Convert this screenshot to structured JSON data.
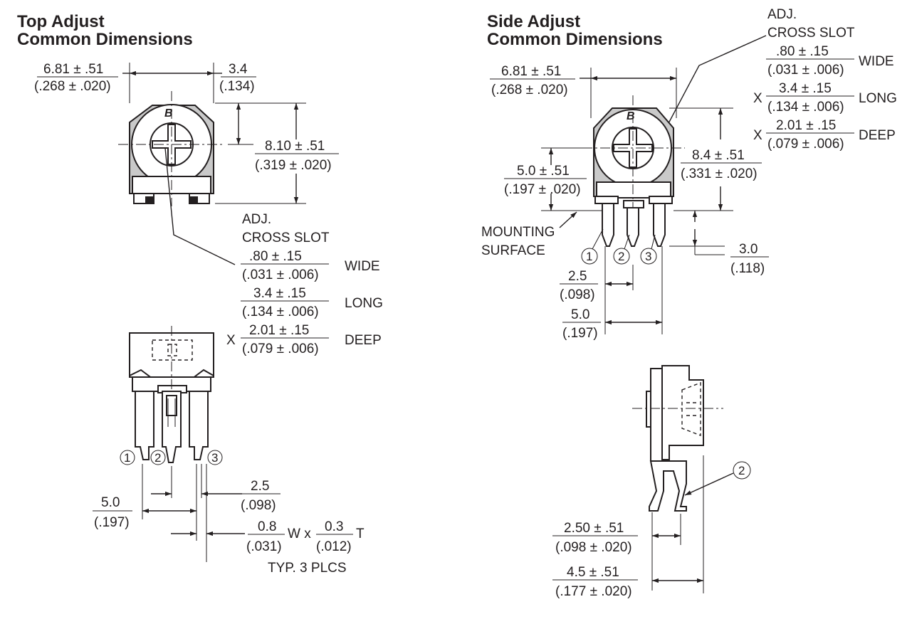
{
  "top_adjust": {
    "title_line1": "Top Adjust",
    "title_line2": "Common Dimensions",
    "width_mm": "6.81 ± .51",
    "width_in": "(.268 ± .020)",
    "offset_mm": "3.4",
    "offset_in": "(.134)",
    "height_mm": "8.10 ± .51",
    "height_in": "(.319 ± .020)",
    "slot_label1": "ADJ.",
    "slot_label2": "CROSS SLOT",
    "slot_wide_mm": ".80 ± .15",
    "slot_wide_in": "(.031 ± .006)",
    "slot_wide_word": "WIDE",
    "slot_long_mm": "3.4 ± .15",
    "slot_long_in": "(.134 ± .006)",
    "slot_long_word": "LONG",
    "x_mark": "X",
    "slot_deep_mm": "2.01 ± .15",
    "slot_deep_in": "(.079 ± .006)",
    "slot_deep_word": "DEEP",
    "pin1": "1",
    "pin2": "2",
    "pin3": "3",
    "pitch_mm": "2.5",
    "pitch_in": "(.098)",
    "span_mm": "5.0",
    "span_in": "(.197)",
    "pin_w_mm": "0.8",
    "pin_w_in": "(.031)",
    "pin_w_unit": "W x",
    "pin_t_mm": "0.3",
    "pin_t_in": "(.012)",
    "pin_t_unit": "T",
    "pin_note": "TYP. 3 PLCS"
  },
  "side_adjust": {
    "title_line1": "Side Adjust",
    "title_line2": "Common Dimensions",
    "slot_label1": "ADJ.",
    "slot_label2": "CROSS SLOT",
    "slot_wide_mm": ".80 ± .15",
    "slot_wide_in": "(.031 ± .006)",
    "slot_wide_word": "WIDE",
    "x_mark1": "X",
    "slot_long_mm": "3.4 ± .15",
    "slot_long_in": "(.134 ± .006)",
    "slot_long_word": "LONG",
    "x_mark2": "X",
    "slot_deep_mm": "2.01 ± .15",
    "slot_deep_in": "(.079 ± .006)",
    "slot_deep_word": "DEEP",
    "width_mm": "6.81 ± .51",
    "width_in": "(.268 ± .020)",
    "height_mm": "8.4 ± .51",
    "height_in": "(.331 ± .020)",
    "center_mm": "5.0 ± .51",
    "center_in": "(.197 ± .020)",
    "mount_label1": "MOUNTING",
    "mount_label2": "SURFACE",
    "pin1": "1",
    "pin2": "2",
    "pin3": "3",
    "lead_mm": "3.0",
    "lead_in": "(.118)",
    "pitch_mm": "2.5",
    "pitch_in": "(.098)",
    "span_mm": "5.0",
    "span_in": "(.197)",
    "side_pin": "2",
    "offset_mm": "2.50 ± .51",
    "offset_in": "(.098 ± .020)",
    "depth_mm": "4.5 ± .51",
    "depth_in": "(.177 ± .020)"
  }
}
